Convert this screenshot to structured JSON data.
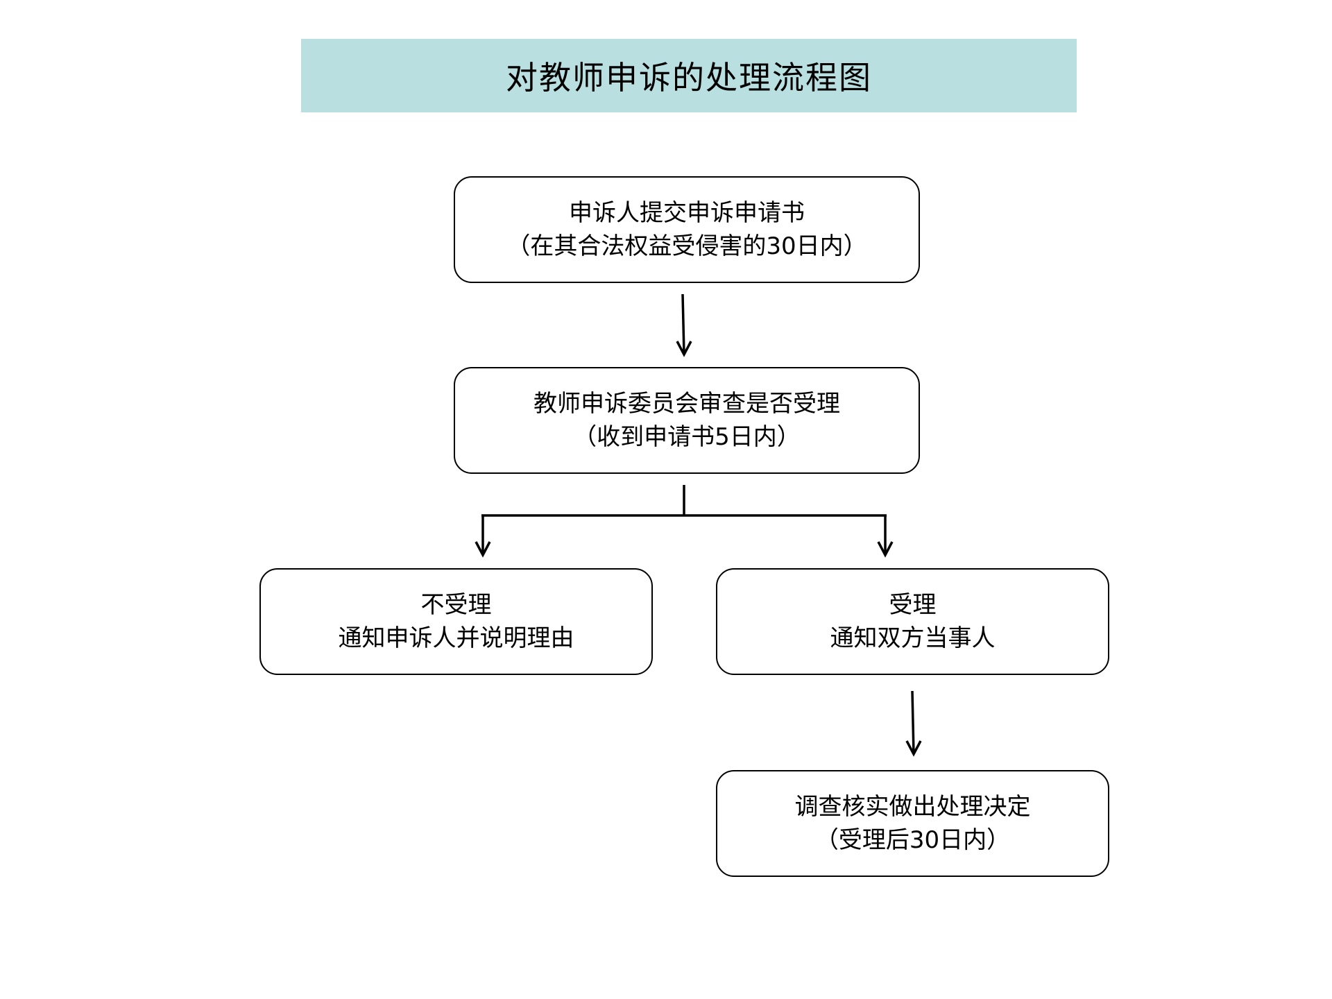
{
  "title": "对教师申诉的处理流程图",
  "colors": {
    "title_background": "#b9dfe0",
    "border": "#000000",
    "background": "#ffffff"
  },
  "nodes": {
    "submit": {
      "line1": "申诉人提交申诉申请书",
      "line2": "（在其合法权益受侵害的30日内）"
    },
    "review": {
      "line1": "教师申诉委员会审查是否受理",
      "line2": "（收到申请书5日内）"
    },
    "reject": {
      "line1": "不受理",
      "line2": "通知申诉人并说明理由"
    },
    "accept": {
      "line1": "受理",
      "line2": "通知双方当事人"
    },
    "decision": {
      "line1": "调查核实做出处理决定",
      "line2": "（受理后30日内）"
    }
  },
  "edges": [
    {
      "from": "submit",
      "to": "review"
    },
    {
      "from": "review",
      "to": "reject"
    },
    {
      "from": "review",
      "to": "accept"
    },
    {
      "from": "accept",
      "to": "decision"
    }
  ]
}
